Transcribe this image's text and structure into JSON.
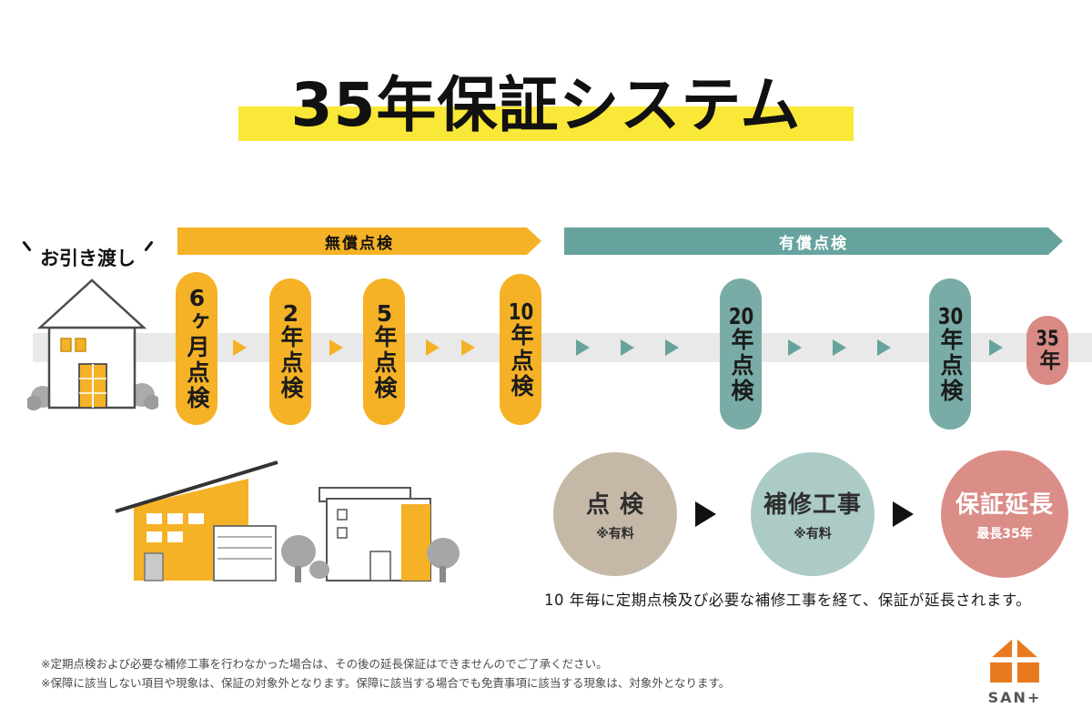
{
  "title": "35年保証システム",
  "timeline": {
    "handover_label": "お引き渡し",
    "banners": {
      "free": "無償点検",
      "paid": "有償点検"
    },
    "milestones": [
      {
        "digits": "6",
        "text": "ヶ月点検",
        "phase": "free"
      },
      {
        "digits": "2",
        "text": "年点検",
        "phase": "free"
      },
      {
        "digits": "5",
        "text": "年点検",
        "phase": "free"
      },
      {
        "digits": "10",
        "text": "年点検",
        "phase": "free"
      },
      {
        "digits": "20",
        "text": "年点検",
        "phase": "paid"
      },
      {
        "digits": "30",
        "text": "年点検",
        "phase": "paid"
      },
      {
        "digits": "35",
        "text": "年",
        "phase": "end"
      }
    ]
  },
  "cycle": {
    "steps": [
      {
        "title": "点 検",
        "note": "※有料",
        "color": "#C6B8A7"
      },
      {
        "title": "補修工事",
        "note": "※有料",
        "color": "#ACCBC6"
      },
      {
        "title": "保証延長",
        "note": "最長35年",
        "color": "#DB8D88"
      }
    ],
    "caption": "10 年毎に定期点検及び必要な補修工事を経て、保証が延長されます。"
  },
  "footnotes": [
    "※定期点検および必要な補修工事を行わなかった場合は、その後の延長保証はできませんのでご了承ください。",
    "※保障に該当しない項目や現象は、保証の対象外となります。保障に該当する場合でも免責事項に該当する現象は、対象外となります。"
  ],
  "logo": {
    "text": "SAN+"
  },
  "colors": {
    "yellow": "#F5B226",
    "title_highlight": "#F9E838",
    "teal_banner": "#67A39E",
    "teal_pill": "#79ACA7",
    "pink": "#D98A85",
    "track_gray": "#E9E9E9",
    "arrow_black": "#111111",
    "logo_orange": "#E87A1E"
  }
}
